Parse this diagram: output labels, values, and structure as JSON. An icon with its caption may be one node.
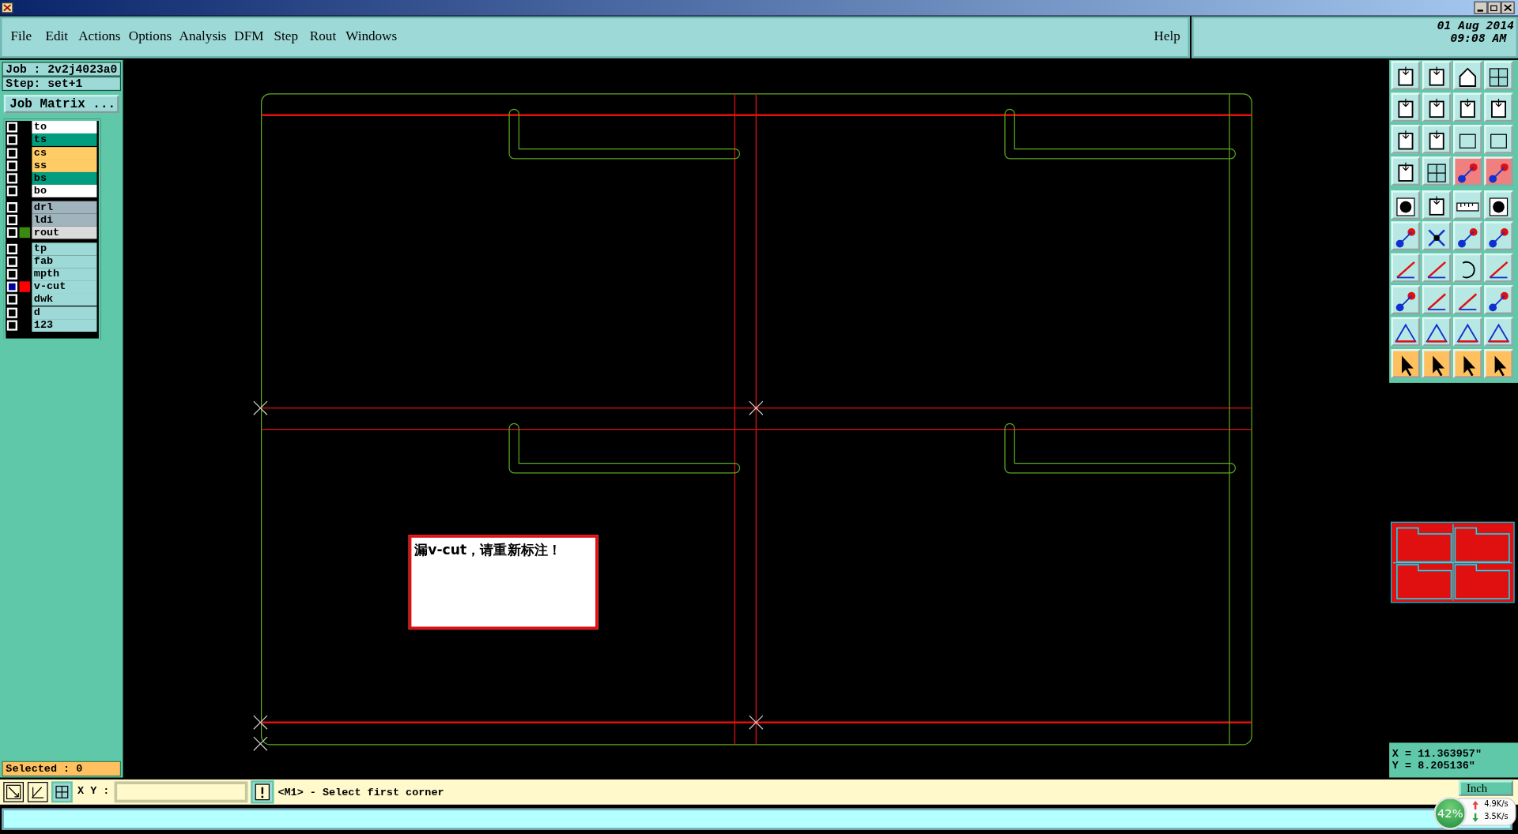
{
  "diagram": {
    "nodes": [
      {
        "text": [
          "漏v-cut，请重新标注！"
        ]
      }
    ],
    "labels": [
      "File",
      "Edit",
      "Actions",
      "Options",
      "Analysis",
      "DFM",
      "Step",
      "Rout",
      "Windows",
      "Help",
      "01 Aug 2014",
      "09:08 AM",
      "Job : 2v2j4023a0",
      "Step: set+1",
      "Job Matrix ...",
      "to",
      "ts",
      "cs",
      "ss",
      "bs",
      "bo",
      "drl",
      "ldi",
      "rout",
      "tp",
      "fab",
      "mpth",
      "v-cut",
      "dwk",
      "d",
      "123",
      "X = 11.363957\"",
      "Y = 8.205136\"",
      "Selected : 0",
      "X Y :",
      "<M1> - Select first corner",
      "Inch",
      "42%",
      "4.9K/s",
      "3.5K/s"
    ]
  }
}
